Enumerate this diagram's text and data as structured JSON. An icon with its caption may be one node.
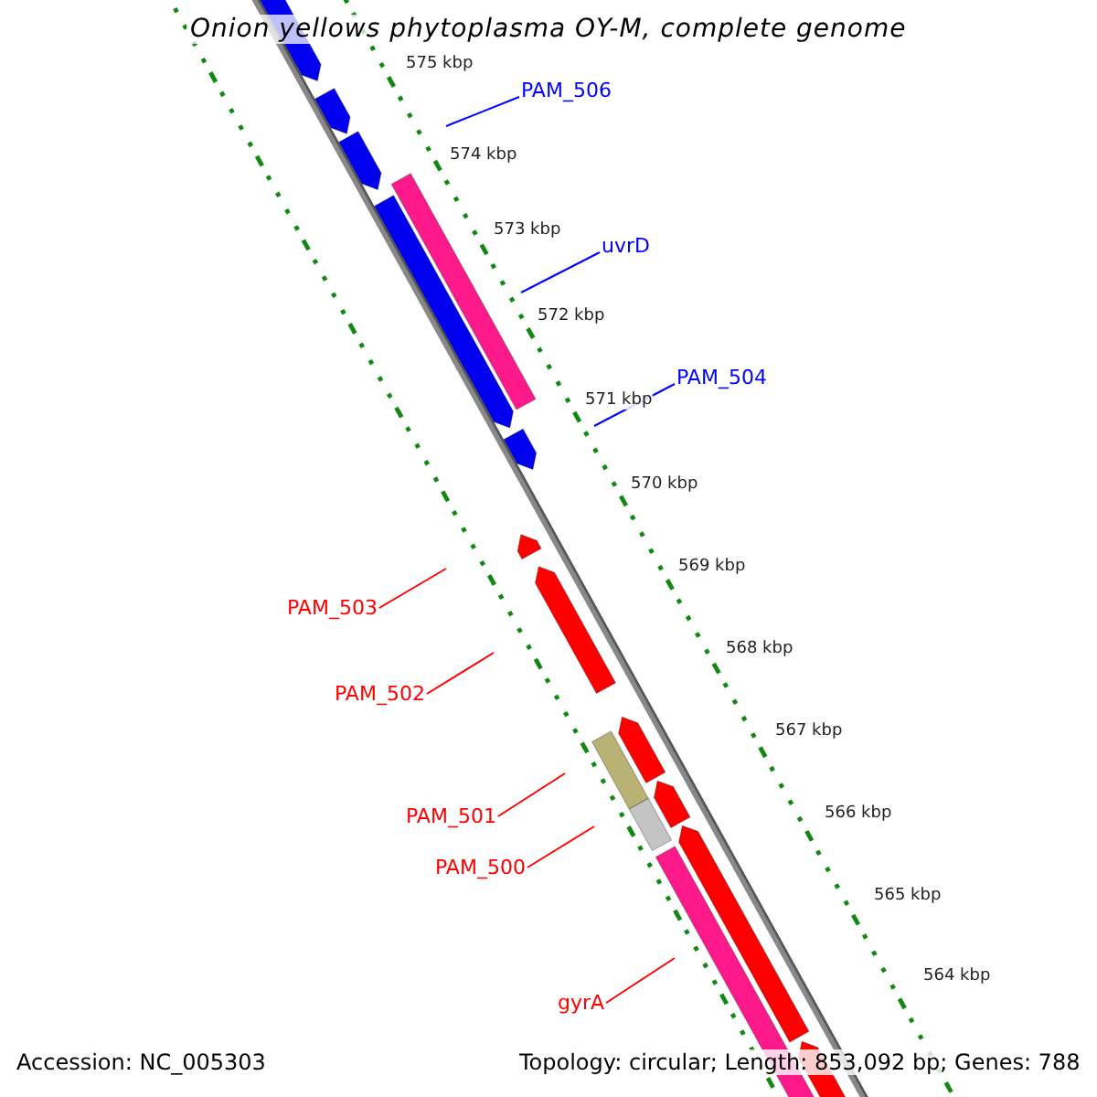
{
  "diagram": {
    "title": "Onion yellows phytoplasma OY-M, complete genome",
    "nodes": [
      {
        "text": [
          "PAM_506"
        ]
      },
      {
        "text": [
          "uvrD"
        ]
      },
      {
        "text": [
          "PAM_504"
        ]
      },
      {
        "text": [
          "PAM_503"
        ]
      },
      {
        "text": [
          "PAM_502"
        ]
      },
      {
        "text": [
          "PAM_501"
        ]
      },
      {
        "text": [
          "PAM_500"
        ]
      },
      {
        "text": [
          "gyrA"
        ]
      }
    ],
    "edges": [
      {
        "from": 0,
        "to": null,
        "arrow": "none",
        "color": "#0000ff"
      },
      {
        "from": 1,
        "to": null,
        "arrow": "none",
        "color": "#0000ff"
      },
      {
        "from": 2,
        "to": null,
        "arrow": "none",
        "color": "#0000ff"
      },
      {
        "from": 3,
        "to": null,
        "arrow": "none"
      },
      {
        "from": 4,
        "to": null,
        "arrow": "none"
      },
      {
        "from": 5,
        "to": null,
        "arrow": "none"
      },
      {
        "from": 6,
        "to": null,
        "arrow": "none"
      },
      {
        "from": 7,
        "to": null,
        "arrow": "none"
      }
    ],
    "labels": [
      "575 kbp",
      "574 kbp",
      "573 kbp",
      "572 kbp",
      "571 kbp",
      "570 kbp",
      "569 kbp",
      "568 kbp",
      "567 kbp",
      "566 kbp",
      "565 kbp",
      "564 kbp",
      "Accession: NC_005303",
      "Topology: circular; Length: 853,092 bp; Genes: 788"
    ]
  }
}
